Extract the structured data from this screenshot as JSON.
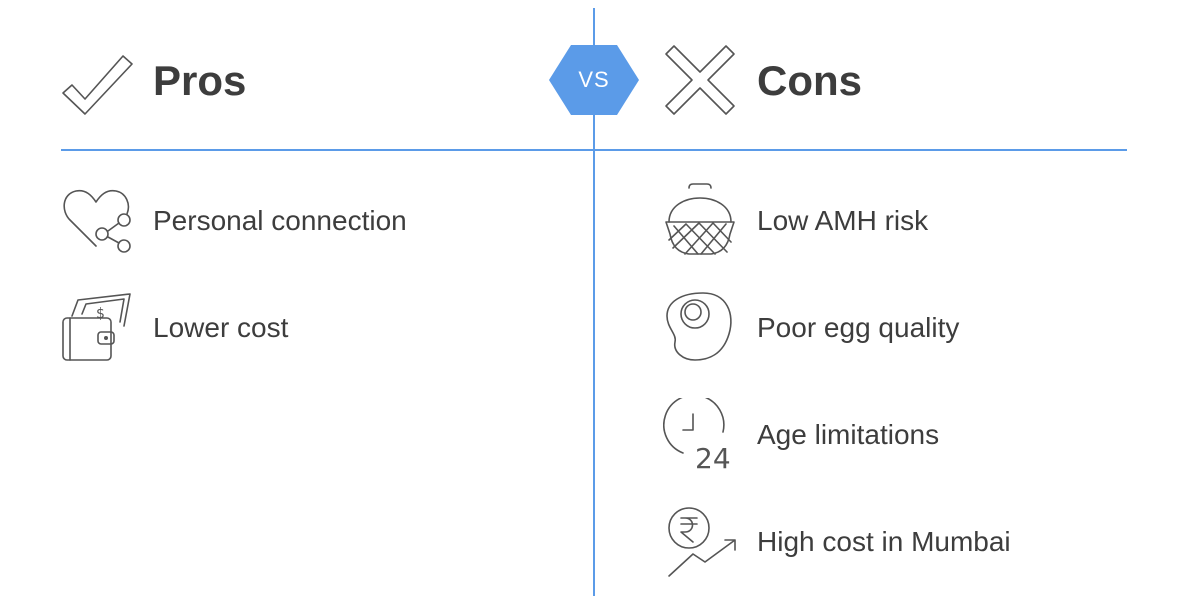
{
  "badge": {
    "label": "VS",
    "color": "#5b9be8"
  },
  "colors": {
    "divider": "#5b9be8",
    "text": "#3d3d3d",
    "icon_stroke": "#555555"
  },
  "pros": {
    "heading": "Pros",
    "heading_icon": "checkmark-icon",
    "items": [
      {
        "label": "Personal connection",
        "icon": "heart-share-icon"
      },
      {
        "label": "Lower cost",
        "icon": "wallet-money-icon"
      }
    ]
  },
  "cons": {
    "heading": "Cons",
    "heading_icon": "cross-icon",
    "items": [
      {
        "label": "Low AMH risk",
        "icon": "egg-basket-icon"
      },
      {
        "label": "Poor egg quality",
        "icon": "egg-icon"
      },
      {
        "label": "Age limitations",
        "icon": "clock-24-icon"
      },
      {
        "label": "High cost in Mumbai",
        "icon": "rupee-rising-icon"
      }
    ]
  }
}
